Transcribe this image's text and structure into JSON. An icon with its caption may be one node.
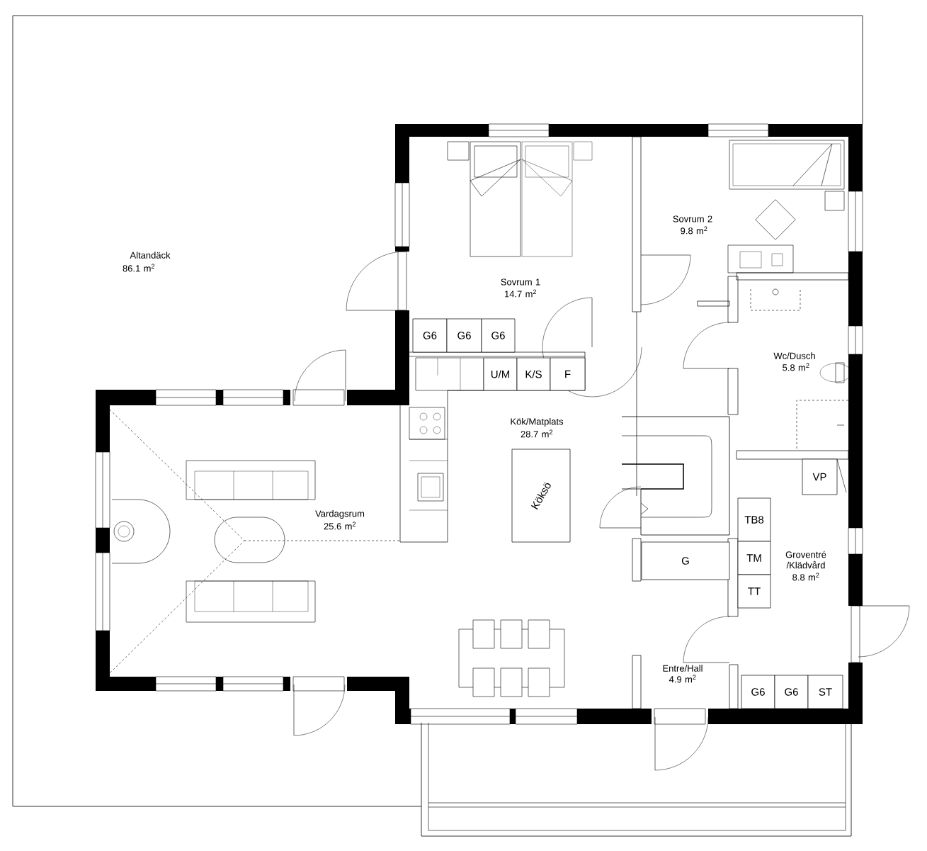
{
  "diagram": {
    "nodes": [
      {
        "text": [
          "G6"
        ]
      },
      {
        "text": [
          "G6"
        ]
      },
      {
        "text": [
          "G6"
        ]
      },
      {
        "text": [
          "U/M"
        ]
      },
      {
        "text": [
          "K/S"
        ]
      },
      {
        "text": [
          "F"
        ]
      },
      {
        "text": [
          "Köksö"
        ]
      },
      {
        "text": [
          "G"
        ]
      },
      {
        "text": [
          "VP"
        ]
      },
      {
        "text": [
          "TB8"
        ]
      },
      {
        "text": [
          "TM"
        ]
      },
      {
        "text": [
          "TT"
        ]
      },
      {
        "text": [
          "G6"
        ]
      },
      {
        "text": [
          "G6"
        ]
      },
      {
        "text": [
          "ST"
        ]
      }
    ],
    "labels": [
      "Altandäck",
      "86.1 m$^{2}$",
      "Sovrum 2",
      "9.8 m$^{2}$",
      "Sovrum 1",
      "14.7 m$^{2}$",
      "Wc/Dusch",
      "5.8 m$^{2}$",
      "Kök/Matplats",
      "28.7 m$^{2}$",
      "Vardagsrum",
      "25.6 m$^{2}$",
      "Groventré /Klädvård",
      "8.8 m$^{2}$",
      "Entre/Hall",
      "4.9 m$^{2}$"
    ]
  }
}
